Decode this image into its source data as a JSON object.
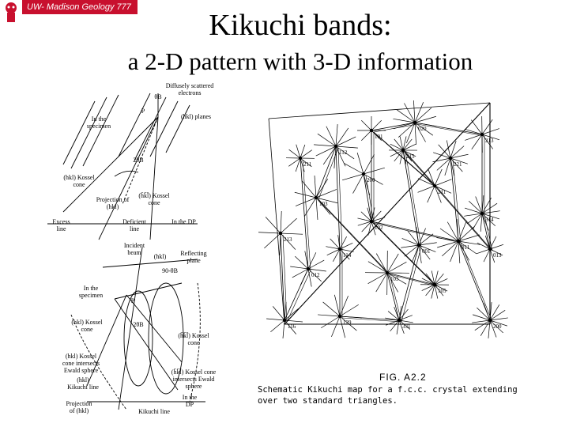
{
  "badge": "UW- Madison Geology  777",
  "title": "Kikuchi bands:",
  "subtitle": "a 2-D pattern with 3-D information",
  "left_figure_top": {
    "diffuse": "Diffusely scattered electrons",
    "hkl_planes": "(hkl) planes",
    "specimen": "In the specimen",
    "theta_b": "θB",
    "two_theta_b": "2θB",
    "p": "P",
    "kossel_hkl": "(hkl) Kossel cone",
    "kossel_bar": "(h̄k̄l̄) Kossel cone",
    "projection": "Projection of (hkl)",
    "excess": "Excess line",
    "deficient": "Deficient line",
    "in_dp": "In the DP"
  },
  "left_figure_bottom": {
    "incident": "Incident beam",
    "reflecting": "Reflecting plane",
    "hkl": "(hkl)",
    "ninety": "90-θB",
    "in_specimen": "In the specimen",
    "p": "P",
    "two_theta": "2θB",
    "kossel_hkl": "(hkl) Kossel cone",
    "kossel_bar": "(h̄k̄l̄) Kossel cone",
    "intersects1": "(hkl) Kossel cone intersects Ewald sphere",
    "kikuchi_hkl": "(hkl) Kikuchi line",
    "intersects2": "(h̄k̄l̄) Kossel cone intersects Ewald sphere",
    "projection": "Projection of (hkl)",
    "kikuchi_line": "Kikuchi line",
    "in_dp": "In the DP"
  },
  "kikuchi_map": {
    "poles": [
      "101",
      "213",
      "112",
      "215",
      "211",
      "103",
      "102",
      "314",
      "213",
      "114",
      "001",
      "011",
      "013",
      "012",
      "103",
      "105",
      "116",
      "129",
      "331",
      "200",
      "200",
      "211",
      "221",
      "020"
    ]
  },
  "caption_fig": "FIG. A2.2",
  "caption": "Schematic Kikuchi map for a f.c.c. crystal extending over two standard triangles."
}
